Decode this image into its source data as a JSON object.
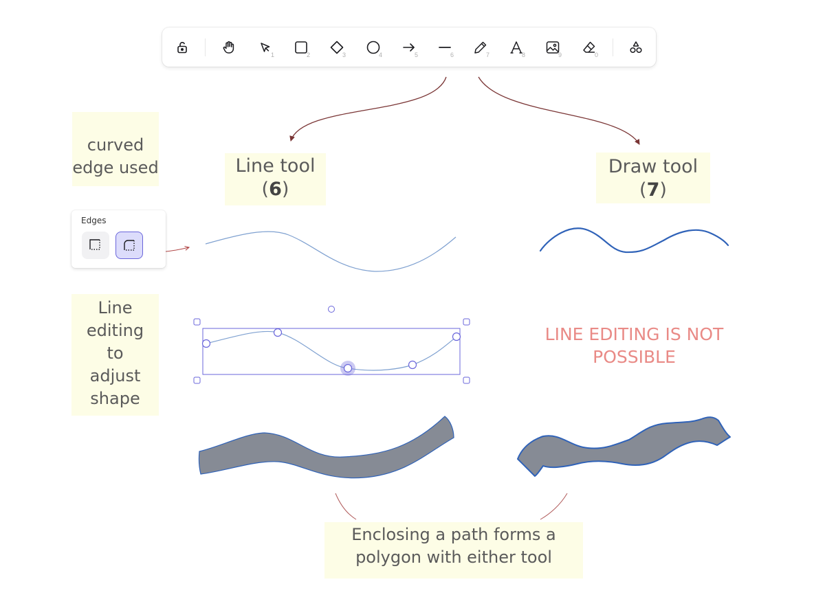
{
  "toolbar": {
    "tools": [
      {
        "name": "lock-icon",
        "key": ""
      },
      {
        "name": "hand-icon",
        "key": ""
      },
      {
        "name": "selection-icon",
        "key": "1"
      },
      {
        "name": "rectangle-icon",
        "key": "2"
      },
      {
        "name": "diamond-icon",
        "key": "3"
      },
      {
        "name": "ellipse-icon",
        "key": "4"
      },
      {
        "name": "arrow-icon",
        "key": "5"
      },
      {
        "name": "line-icon",
        "key": "6"
      },
      {
        "name": "pencil-icon",
        "key": "7"
      },
      {
        "name": "text-icon",
        "key": "8"
      },
      {
        "name": "image-icon",
        "key": "9"
      },
      {
        "name": "eraser-icon",
        "key": "0"
      },
      {
        "name": "shapes-library-icon",
        "key": ""
      }
    ]
  },
  "notes": {
    "curved_edge": "curved edge used",
    "line_tool_label": "Line tool",
    "line_tool_key": "6",
    "draw_tool_label": "Draw tool",
    "draw_tool_key": "7",
    "line_editing": "Line editing to adjust shape",
    "warning": "LINE EDITING IS NOT POSSIBLE",
    "enclosing": "Enclosing a path forms a polygon with either tool"
  },
  "edges_panel": {
    "title": "Edges",
    "options": [
      {
        "name": "sharp-edge-icon",
        "selected": false
      },
      {
        "name": "round-edge-icon",
        "selected": true
      }
    ]
  },
  "colors": {
    "accent": "#6965db",
    "arrow": "#7a3535",
    "line_stroke": "#7ea0d0",
    "draw_stroke": "#2f62b8",
    "polygon_fill": "#868b95",
    "note_bg": "#fdfde6",
    "warning_text": "#e98a86"
  }
}
